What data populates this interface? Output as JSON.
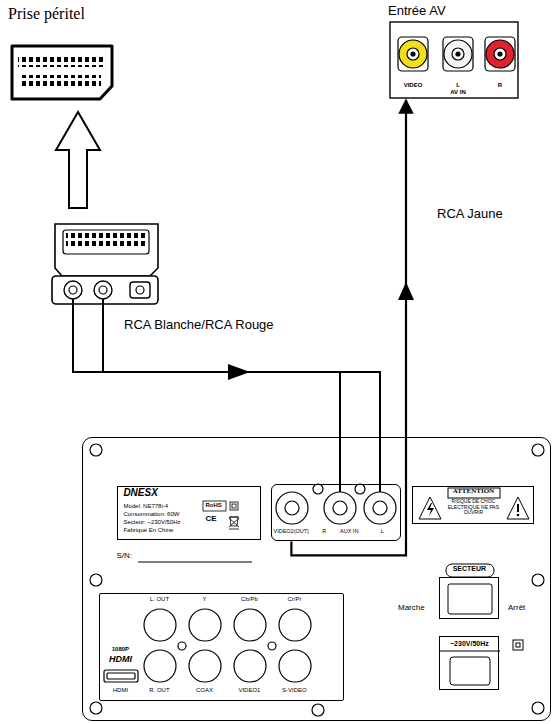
{
  "diagram": {
    "nodes": [
      {
        "text": [
          "Prise péritel"
        ]
      },
      {
        "text": [
          "Entrée AV",
          "VIDEO",
          "L",
          "R",
          "AV IN"
        ]
      },
      {
        "text": [
          "S/N:"
        ]
      },
      {
        "text": [
          "DNESX",
          "Model: NE778i-4",
          "RoHS",
          "Consommation: 60W",
          "Secteur: ~230V/50Hz",
          "CE",
          "Fabriqué En Chine"
        ],
        "in": 2
      },
      {
        "text": [
          "VIDEO2(OUT)",
          "R",
          "AUX IN",
          "L"
        ],
        "in": 2
      },
      {
        "text": [
          "ATTENTION",
          "RISQUE DE CHOC ELECTRIQUE NE PAS OUVRIR"
        ],
        "in": 2
      },
      {
        "text": [
          "SECTEUR"
        ],
        "in": 2
      },
      {
        "text": [
          "~230V/50Hz"
        ],
        "in": 2
      },
      {
        "text": [
          "L. OUT",
          "Y",
          "Cb/Pb",
          "Cr/Pr",
          "1080P",
          "HDMI",
          "HDMI",
          "R. OUT",
          "COAX",
          "VIDEO1",
          "S-VIDEO"
        ],
        "in": 2
      }
    ],
    "edges": [
      {
        "from": 4,
        "to": 1,
        "arrow": "to",
        "label": "RCA Jaune"
      }
    ],
    "labels": [
      "RCA Blanche/RCA Rouge",
      "Marche",
      "Arrêt"
    ]
  }
}
